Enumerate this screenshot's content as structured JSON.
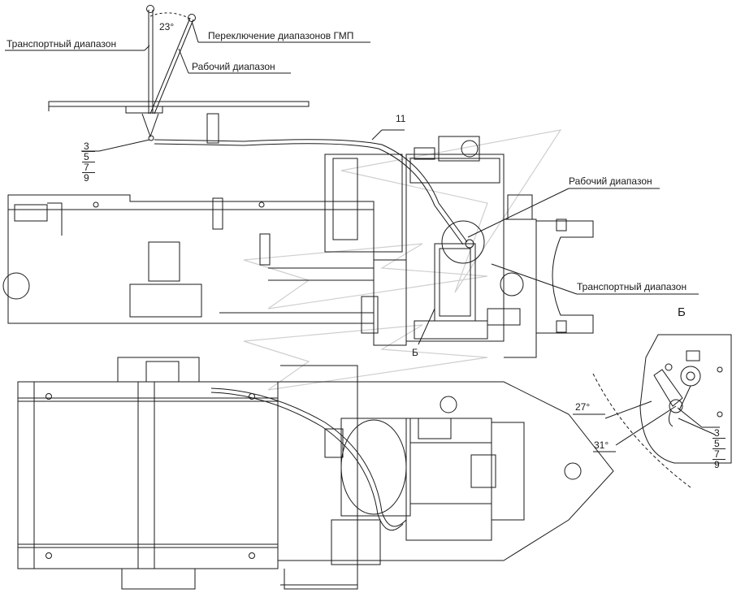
{
  "labels": {
    "transport_range_top": "Транспортный диапазон",
    "gmp_switch": "Переключение диапазонов ГМП",
    "working_range_top": "Рабочий диапазон",
    "angle_23": "23°",
    "item_11": "11",
    "working_range_right": "Рабочий диапазон",
    "transport_range_right": "Транспортный диапазон",
    "view_b_marker": "Б",
    "view_b_title": "Б",
    "angle_27": "27°",
    "angle_31": "31°"
  },
  "stack_left": [
    "3",
    "5",
    "7",
    "9"
  ],
  "stack_right": [
    "3",
    "5",
    "7",
    "9"
  ],
  "colors": {
    "line": "#1a1a1a",
    "watermark": "#cfcfcf"
  }
}
